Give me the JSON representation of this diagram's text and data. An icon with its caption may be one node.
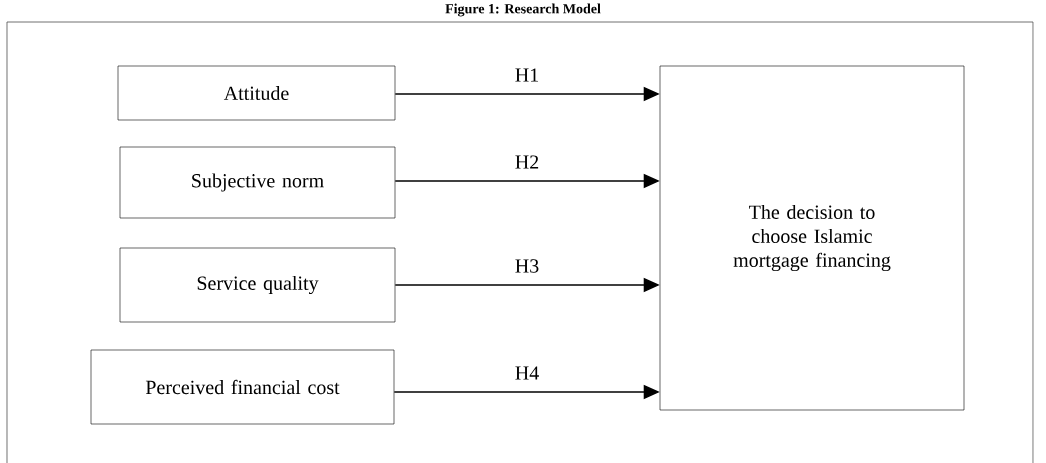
{
  "diagram": {
    "title": "Figure 1: Research Model",
    "nodes": [
      {
        "text": [
          "Attitude"
        ]
      },
      {
        "text": [
          "Subjective norm"
        ]
      },
      {
        "text": [
          "Service quality"
        ]
      },
      {
        "text": [
          "Perceived financial cost"
        ]
      },
      {
        "text": [
          "The decision to choose Islamic mortgage financing"
        ]
      }
    ],
    "edges": [
      {
        "from": 0,
        "to": 4,
        "arrow": "to",
        "label": "H1"
      },
      {
        "from": 1,
        "to": 4,
        "arrow": "to",
        "label": "H2"
      },
      {
        "from": 2,
        "to": 4,
        "arrow": "to",
        "label": "H3"
      },
      {
        "from": 3,
        "to": 4,
        "arrow": "to",
        "label": "H4"
      }
    ]
  }
}
